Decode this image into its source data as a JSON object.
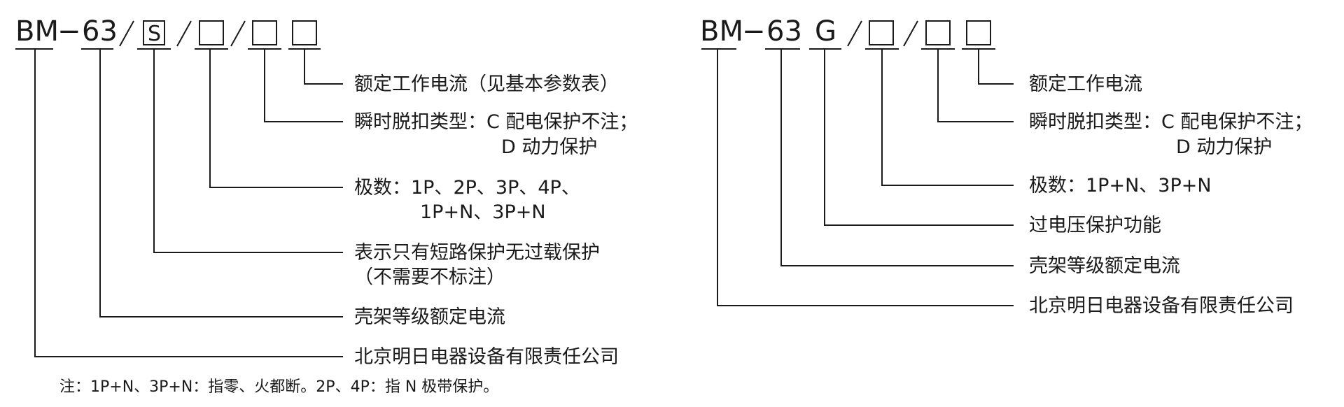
{
  "left": {
    "code": {
      "prefix": "BM",
      "dash": "−",
      "rating": "63",
      "sep": "/",
      "s_mark": "S",
      "slot": ""
    },
    "labels": {
      "current": "额定工作电流（见基本参数表）",
      "trip_line1": "瞬时脱扣类型：C 配电保护不注；",
      "trip_line2": "D 动力保护",
      "poles_line1": "极数：1P、2P、3P、4P、",
      "poles_line2": "1P+N、3P+N",
      "short_line1": "表示只有短路保护无过载保护",
      "short_line2": "（不需要不标注）",
      "frame": "壳架等级额定电流",
      "company": "北京明日电器设备有限责任公司"
    },
    "note": "注：1P+N、3P+N：指零、火都断。2P、4P：指 N 极带保护。"
  },
  "right": {
    "code": {
      "prefix": "BM",
      "dash": "−",
      "rating": "63",
      "g_mark": "G",
      "sep": "/",
      "slot": ""
    },
    "labels": {
      "current": "额定工作电流",
      "trip_line1": "瞬时脱扣类型：C 配电保护不注；",
      "trip_line2": "D 动力保护",
      "poles": "极数：1P+N、3P+N",
      "overvoltage": "过电压保护功能",
      "frame": "壳架等级额定电流",
      "company": "北京明日电器设备有限责任公司"
    }
  }
}
